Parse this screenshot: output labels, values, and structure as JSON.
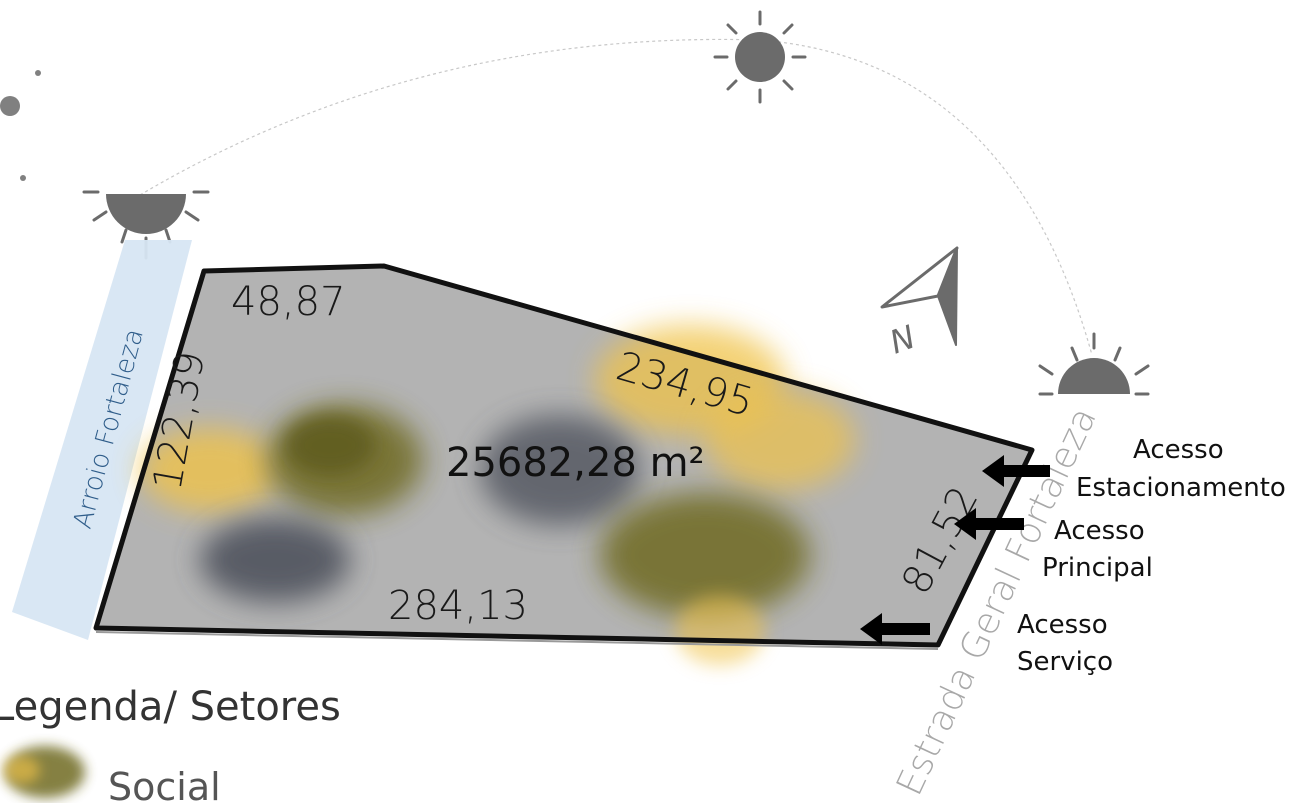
{
  "site": {
    "area": "25682,28 m²",
    "dimensions": {
      "top": "48,87",
      "left": "122,39",
      "upper_right": "234,95",
      "right": "81,52",
      "bottom": "284,13"
    }
  },
  "roads": {
    "west": "Arroio Fortaleza",
    "east": "Estrada Geral Fortaleza"
  },
  "accesses": [
    {
      "line1": "Acesso",
      "line2": "Estacionamento"
    },
    {
      "line1": "Acesso",
      "line2": "Principal"
    },
    {
      "line1": "Acesso",
      "line2": "Serviço"
    }
  ],
  "north_label": "N",
  "legend": {
    "title": "Legenda/ Setores",
    "items": [
      {
        "label": "Social"
      }
    ]
  },
  "colors": {
    "plot": "#b3b3b3",
    "outline": "#111111",
    "water": "#d7e6f3",
    "sun": "#6b6b6b",
    "zone_yellow": "#f0c34a",
    "zone_olive": "#6f6b22",
    "zone_dark": "#4a4e58"
  }
}
